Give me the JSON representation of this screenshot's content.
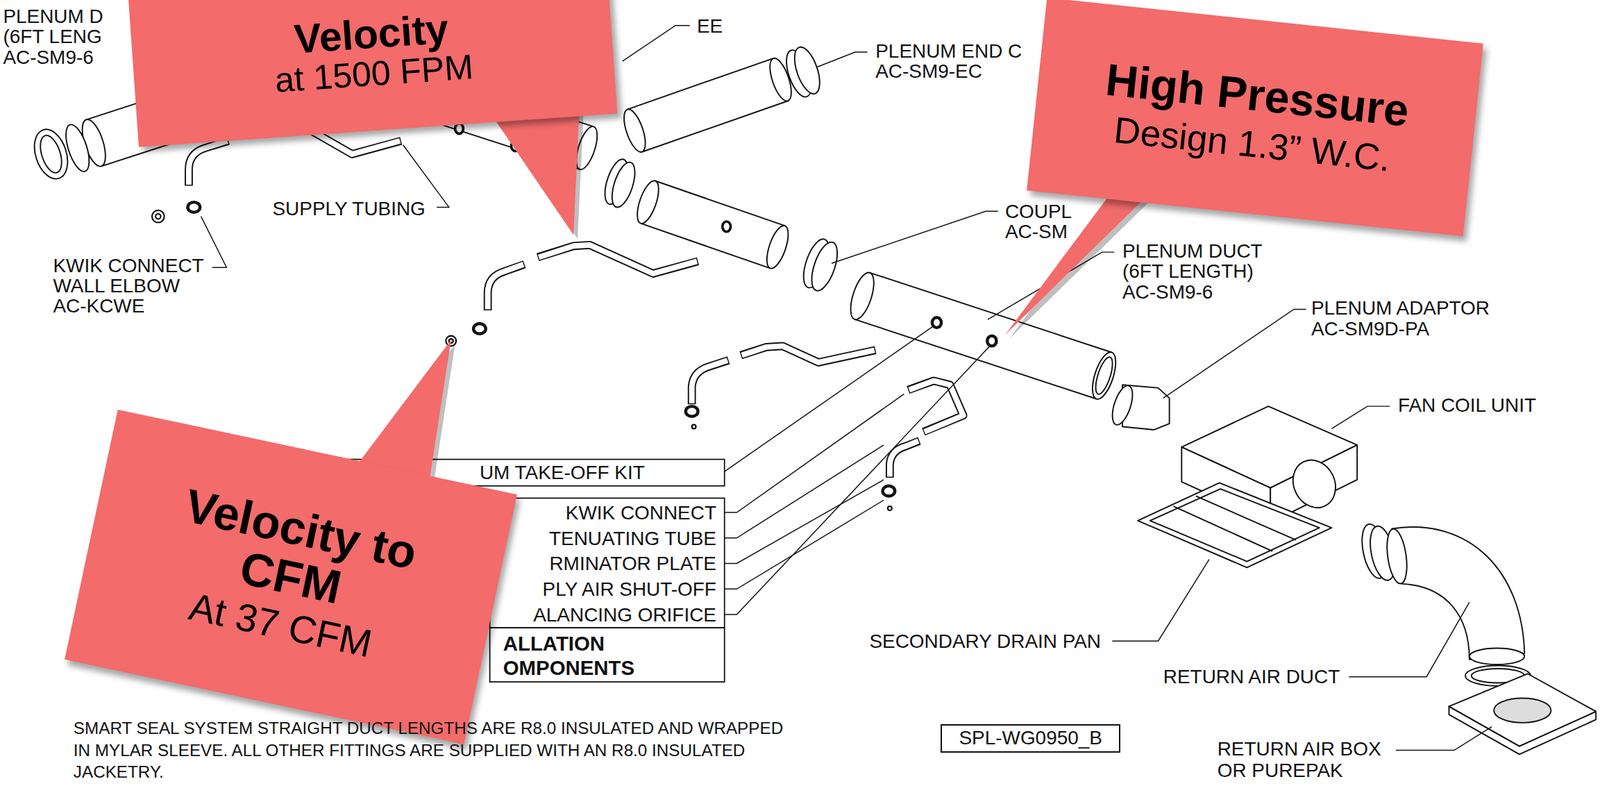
{
  "diagram": {
    "nodes": [
      {
        "text": [
          "Velocity",
          "at 1500 FPM"
        ]
      },
      {
        "text": [
          "High Pressure",
          "Design 1.3” W.C."
        ]
      },
      {
        "text": [
          "Velocity to CFM",
          "At 37 CFM"
        ]
      },
      {
        "text": [
          "SPL-WG0950_B"
        ]
      }
    ],
    "labels": [
      "PLENUM D",
      "(6FT LENG",
      "AC-SM9-6",
      "EE",
      "PLENUM END C",
      "AC-SM9-EC",
      "SUPPLY TUBING",
      "COUPL",
      "AC-SM",
      "KWIK CONNECT WALL ELBOW AC-KCWE",
      "PLENUM DUCT (6FT LENGTH) AC-SM9-6",
      "PLENUM ADAPTOR AC-SM9D-PA",
      "FAN COIL UNIT",
      "UM TAKE-OFF KIT",
      "KWIK CONNECT",
      "TENUATING TUBE",
      "RMINATOR PLATE",
      "PLY AIR SHUT-OFF",
      "ALANCING ORIFICE",
      "ALLATION",
      "OMPONENTS",
      "SECONDARY DRAIN PAN",
      "RETURN AIR DUCT",
      "SMART SEAL SYSTEM STRAIGHT DUCT LENGTHS ARE R8.0 INSULATED AND WRAPPED IN MYLAR SLEEVE. ALL OTHER FITTINGS ARE SUPPLIED WITH AN R8.0 INSULATED JACKETRY.",
      "RETURN AIR BOX OR PUREPAK"
    ]
  }
}
